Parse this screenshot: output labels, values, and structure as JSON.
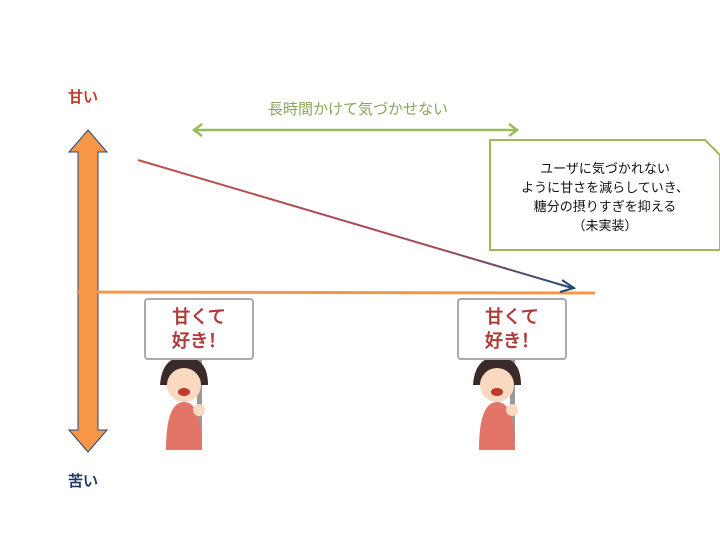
{
  "axis": {
    "top_label": "甘い",
    "bottom_label": "苦い"
  },
  "span_label": "長時間かけて気づかせない",
  "callout": {
    "lines": [
      "ユーザに気づかれない",
      "ように甘さを減らしていき、",
      "糖分の摂りすぎを抑える",
      "（未実装）"
    ]
  },
  "signs": [
    {
      "line1": "甘くて",
      "line2": "好き！"
    },
    {
      "line1": "甘くて",
      "line2": "好き！"
    }
  ],
  "colors": {
    "orange": "#f79646",
    "red": "#c0504d",
    "navy": "#1f497d",
    "green": "#9bbb59"
  }
}
